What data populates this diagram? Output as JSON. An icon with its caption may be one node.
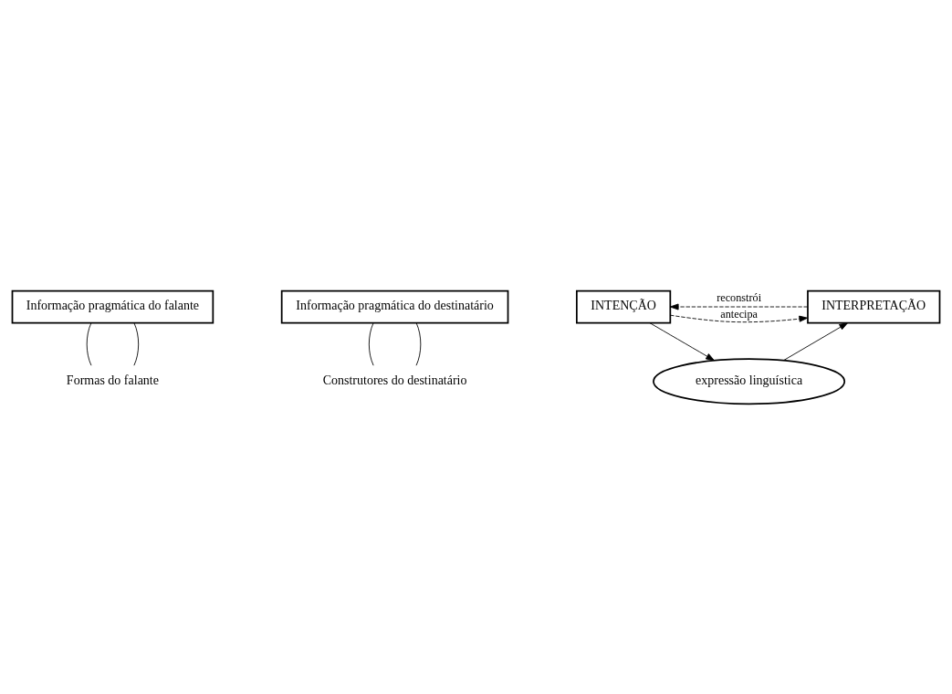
{
  "diagram": {
    "nodes": [
      {
        "text": [
          "Informação pragmática do falante"
        ]
      },
      {
        "text": [
          "Informação pragmática do destinatário"
        ]
      },
      {
        "text": [
          "Formas do falante"
        ]
      },
      {
        "text": [
          "Construtores do destinatário"
        ]
      },
      {
        "text": [
          "INTENÇÃO"
        ]
      },
      {
        "text": [
          "INTERPRETAÇÃO"
        ]
      },
      {
        "text": [
          "expressão linguística"
        ]
      }
    ],
    "edges": [
      {
        "from": 0,
        "to": 2,
        "arrow": "none"
      },
      {
        "from": 0,
        "to": 2,
        "arrow": "none"
      },
      {
        "from": 1,
        "to": 3,
        "arrow": "none"
      },
      {
        "from": 1,
        "to": 3,
        "arrow": "none"
      },
      {
        "from": 4,
        "to": 5,
        "arrow": "to",
        "label": "antecipa",
        "style": "dashed"
      },
      {
        "from": 5,
        "to": 4,
        "arrow": "to",
        "label": "reconstrói",
        "style": "dashed"
      },
      {
        "from": 4,
        "to": 6,
        "arrow": "to"
      },
      {
        "from": 6,
        "to": 5,
        "arrow": "to"
      }
    ]
  }
}
